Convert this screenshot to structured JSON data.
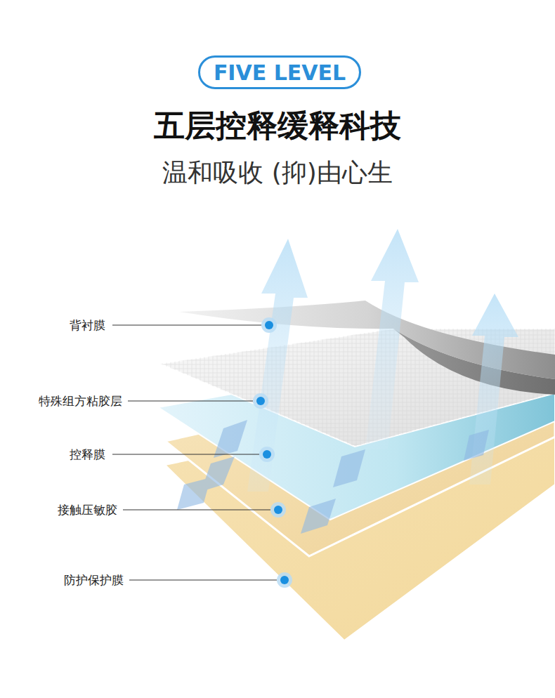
{
  "diagram": {
    "title": "五层控释缓释科技",
    "nodes": [
      {
        "text": [
          "FIVE LEVEL"
        ]
      }
    ],
    "labels": [
      "温和吸收 (抑)由心生",
      "背衬膜",
      "特殊组方粘胶层",
      "控释膜",
      "接触压敏胶",
      "防护保护膜"
    ]
  }
}
